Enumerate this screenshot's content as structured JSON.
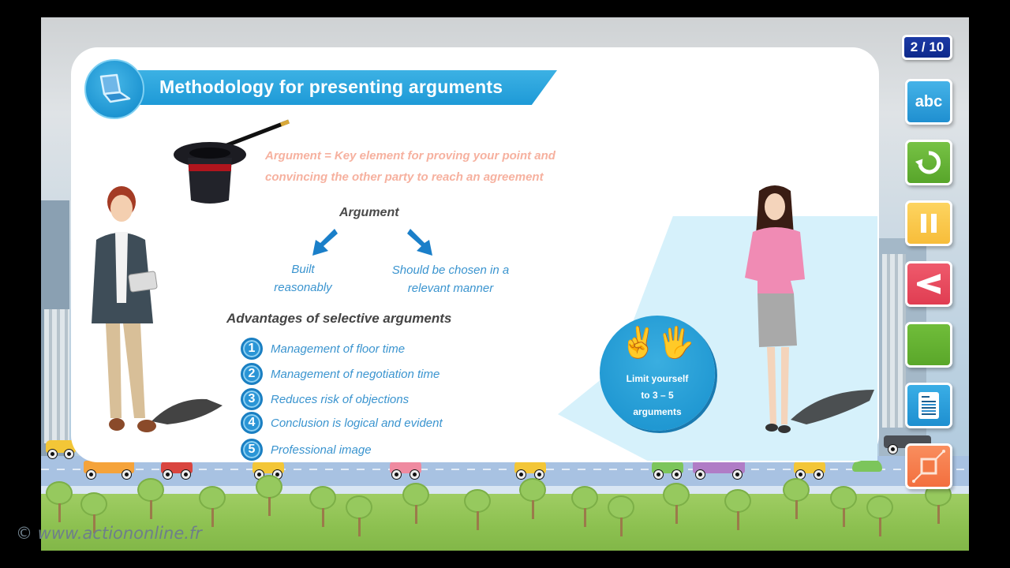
{
  "slide": {
    "title": "Methodology for presenting arguments",
    "page_counter": "2 / 10",
    "definition_line1": "Argument = Key element for proving your point and",
    "definition_line2": "convincing the other party to reach an agreement",
    "argument_label": "Argument",
    "branches": [
      {
        "line1": "Built",
        "line2": "reasonably"
      },
      {
        "line1": "Should be chosen in a",
        "line2": "relevant manner"
      }
    ],
    "advantages_title": "Advantages of selective arguments",
    "advantages": [
      {
        "num": "1",
        "text": "Management of floor time"
      },
      {
        "num": "2",
        "text": "Management of negotiation time"
      },
      {
        "num": "3",
        "text": "Reduces risk of objections"
      },
      {
        "num": "4",
        "text": "Conclusion is logical and evident"
      },
      {
        "num": "5",
        "text": "Professional image"
      }
    ],
    "limit_badge": {
      "line1": "Limit yourself",
      "line2": "to 3 – 5",
      "line3": "arguments"
    }
  },
  "toolbar": {
    "buttons": [
      {
        "name": "abc-button",
        "label": "abc",
        "color": "#2d9fdc"
      },
      {
        "name": "replay-button",
        "icon": "replay-icon",
        "color": "#66b234"
      },
      {
        "name": "pause-button",
        "icon": "pause-icon",
        "color": "#f9c642"
      },
      {
        "name": "back-button",
        "icon": "chevron-left-icon",
        "color": "#e7495e"
      },
      {
        "name": "next-button",
        "icon": "",
        "color": "#66b234"
      },
      {
        "name": "document-button",
        "icon": "document-icon",
        "color": "#2d9fdc"
      },
      {
        "name": "fullscreen-button",
        "icon": "fullscreen-icon",
        "color": "#f57f4f"
      }
    ]
  },
  "footer": {
    "copyright_symbol": "©",
    "copyright_text": "www.actiononline.fr"
  },
  "colors": {
    "accent_blue": "#1e9ad7",
    "definition_salmon": "#f5a48f",
    "list_blue": "#3a94cf",
    "counter_navy": "#0e2a8c"
  }
}
